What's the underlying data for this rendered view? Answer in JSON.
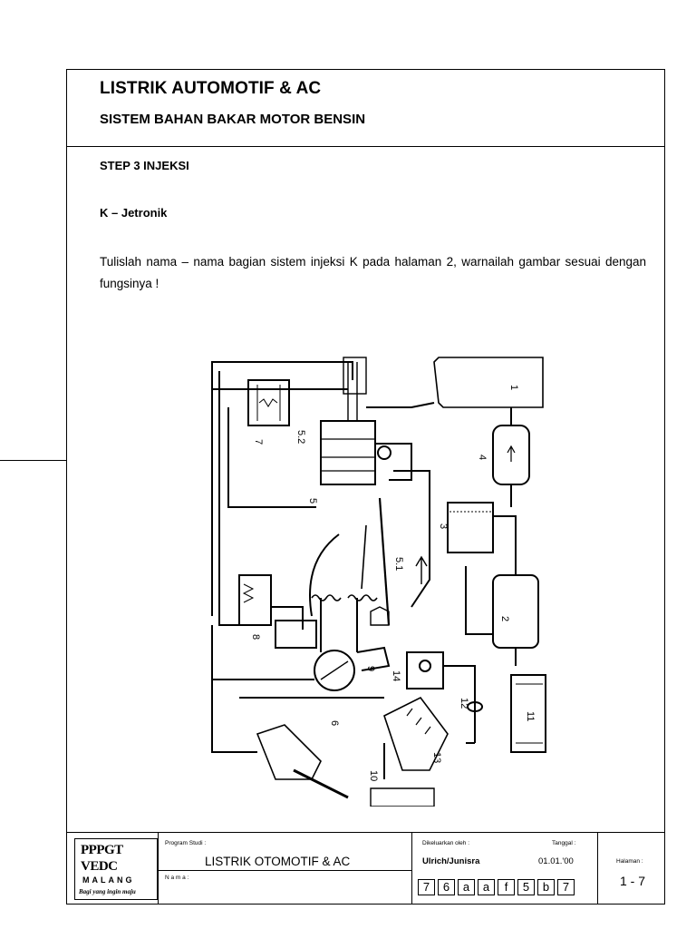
{
  "header": {
    "title": "LISTRIK AUTOMOTIF & AC",
    "subtitle": "SISTEM BAHAN BAKAR MOTOR BENSIN"
  },
  "content": {
    "step": "STEP 3 INJEKSI",
    "system": "K – Jetronik",
    "instruction": "Tulislah nama – nama bagian sistem injeksi K pada halaman 2, warnailah gambar sesuai dengan fungsinya !"
  },
  "diagram": {
    "labels": [
      "1",
      "2",
      "3",
      "4",
      "5",
      "5.1",
      "5.2",
      "6",
      "7",
      "8",
      "9",
      "10",
      "11",
      "12",
      "13",
      "14"
    ]
  },
  "footer": {
    "logo": {
      "line1": "PPPGT",
      "line2": "VEDC",
      "line3": "MALANG",
      "tagline": "Bagi yang ingin maju"
    },
    "program_label": "Program Studi :",
    "program_value": "LISTRIK OTOMOTIF & AC",
    "name_label": "N a m a :",
    "issued_label": "Dikeluarkan oleh :",
    "issued_value": "Ulrich/Junisra",
    "date_label": "Tanggal :",
    "date_value": "01.01.'00",
    "page_label": "Halaman :",
    "page_value": "1 - 7",
    "code": [
      "7",
      "6",
      "a",
      "a",
      "f",
      "5",
      "b",
      "7"
    ]
  }
}
